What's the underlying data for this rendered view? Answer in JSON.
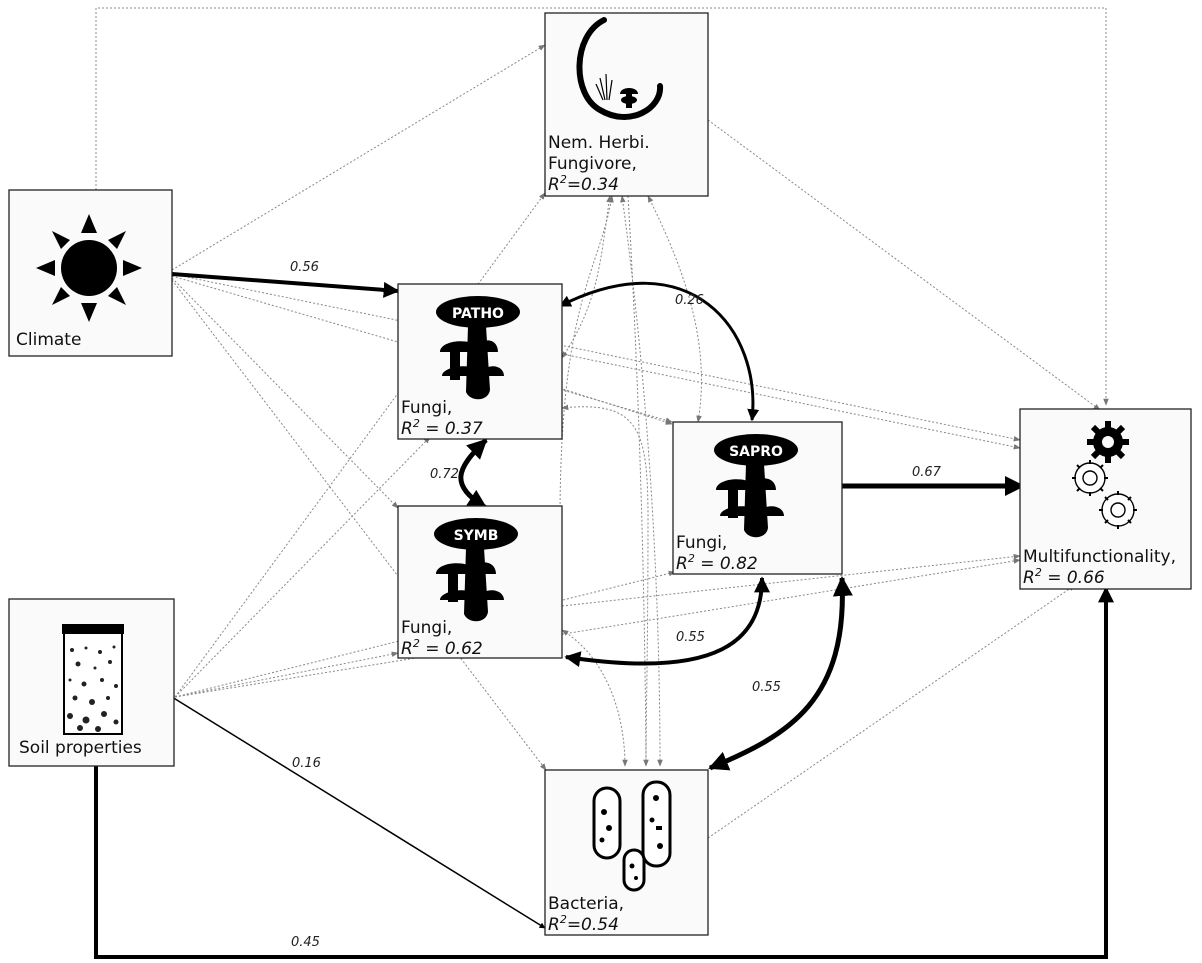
{
  "nodes": {
    "climate": {
      "label": "Climate"
    },
    "soil": {
      "label": "Soil properties"
    },
    "nematode": {
      "line1": "Nem. Herbi.",
      "line2": "Fungivore,",
      "r2_prefix": "R",
      "r2_sup": "2",
      "r2_value": "=0.34"
    },
    "patho": {
      "badge": "PATHO",
      "label": "Fungi,",
      "r2_prefix": "R",
      "r2_sup": "2",
      "r2_value": " = 0.37"
    },
    "symb": {
      "badge": "SYMB",
      "label": "Fungi,",
      "r2_prefix": "R",
      "r2_sup": "2",
      "r2_value": " = 0.62"
    },
    "sapro": {
      "badge": "SAPRO",
      "label": "Fungi,",
      "r2_prefix": "R",
      "r2_sup": "2",
      "r2_value": " = 0.82"
    },
    "bacteria": {
      "label": "Bacteria,",
      "r2_prefix": "R",
      "r2_sup": "2",
      "r2_value": "=0.54"
    },
    "multi": {
      "label": "Multifunctionality,",
      "r2_prefix": "R",
      "r2_sup": "2",
      "r2_value": " = 0.66"
    }
  },
  "coefficients": {
    "climate_patho": "0.56",
    "patho_sapro": "0.26",
    "patho_symb": "0.72",
    "sapro_multi": "0.67",
    "symb_sapro": "0.55",
    "sapro_bacteria": "0.55",
    "soil_bacteria": "0.16",
    "soil_multi": "0.45"
  },
  "colors": {
    "significant_path": "#000000",
    "nonsignificant_path": "#888888",
    "box_fill": "#fafafa"
  }
}
